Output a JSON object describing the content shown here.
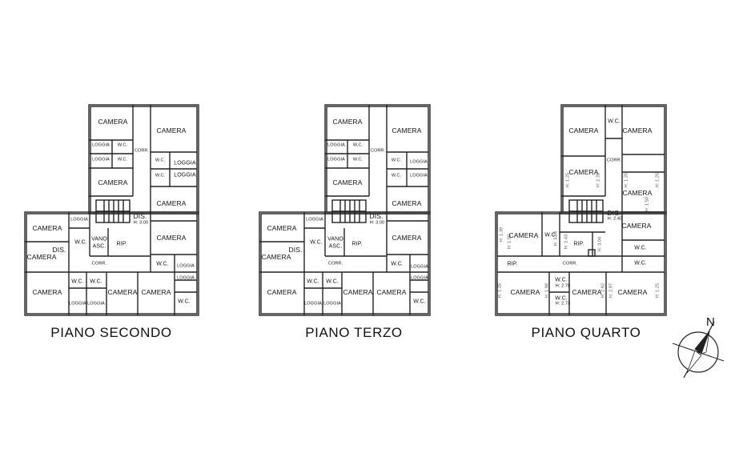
{
  "titles": {
    "secondo": "PIANO SECONDO",
    "terzo": "PIANO TERZO",
    "quarto": "PIANO QUARTO"
  },
  "compass": {
    "north": "N"
  },
  "labels": {
    "camera": "CAMERA",
    "wc": "W.C.",
    "loggia": "LOGGIA",
    "corr": "CORR.",
    "dis": "DIS.",
    "rip": "RIP.",
    "vano": "VANO",
    "asc": "ASC.",
    "h300": "H: 3.00",
    "h240": "H: 2.40",
    "h125": "H: 1.25",
    "h139": "H: 1.39",
    "h150": "H: 1.50",
    "h198": "H: 1.98",
    "h297": "H: 2.97",
    "h270": "H: 2.70",
    "h262": "H: 2.62",
    "h231": "H: 2.31",
    "h304": "H: 3.04",
    "h243": "H: 2.43",
    "h273": "H: 2.73"
  },
  "colors": {
    "wall": "#222222",
    "ink": "#111111",
    "faint": "#666666"
  }
}
